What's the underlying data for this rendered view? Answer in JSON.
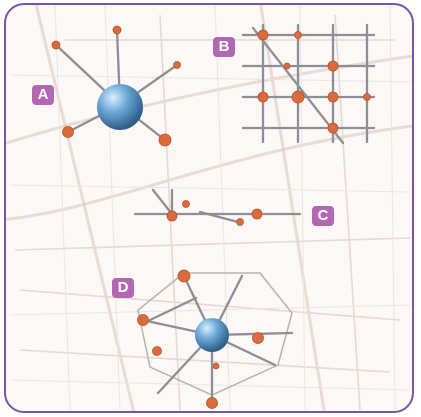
{
  "labels": {
    "a": "A",
    "b": "B",
    "c": "C",
    "d": "D"
  },
  "colors": {
    "frame": "#7a569f",
    "label_background": "#b167b2",
    "node": "#d96b3d",
    "hub": "#5f9ed0",
    "edge": "#8e8f94"
  }
}
